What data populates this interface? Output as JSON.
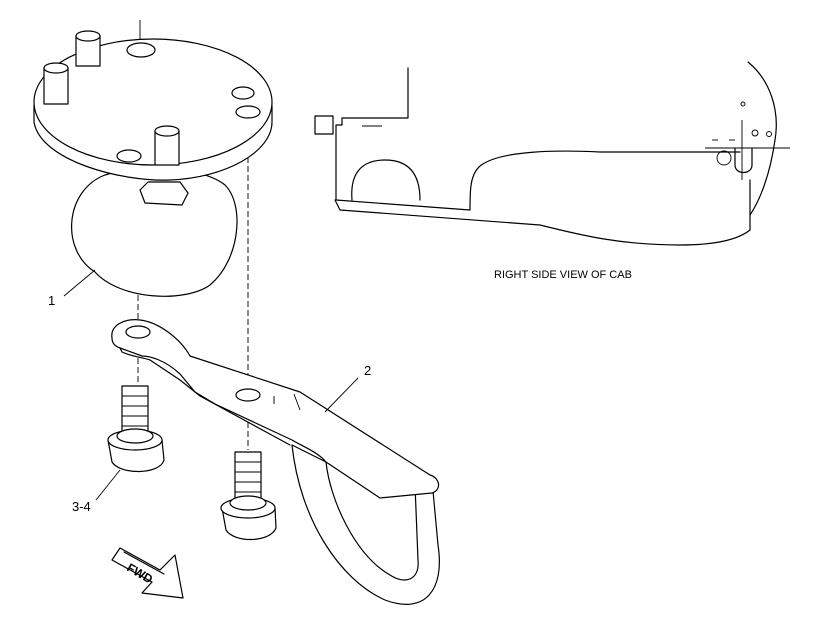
{
  "callouts": {
    "item1": "1",
    "item2": "2",
    "item3_4": "3-4"
  },
  "view_caption": "RIGHT SIDE VIEW OF CAB",
  "direction_arrow": "FWD"
}
